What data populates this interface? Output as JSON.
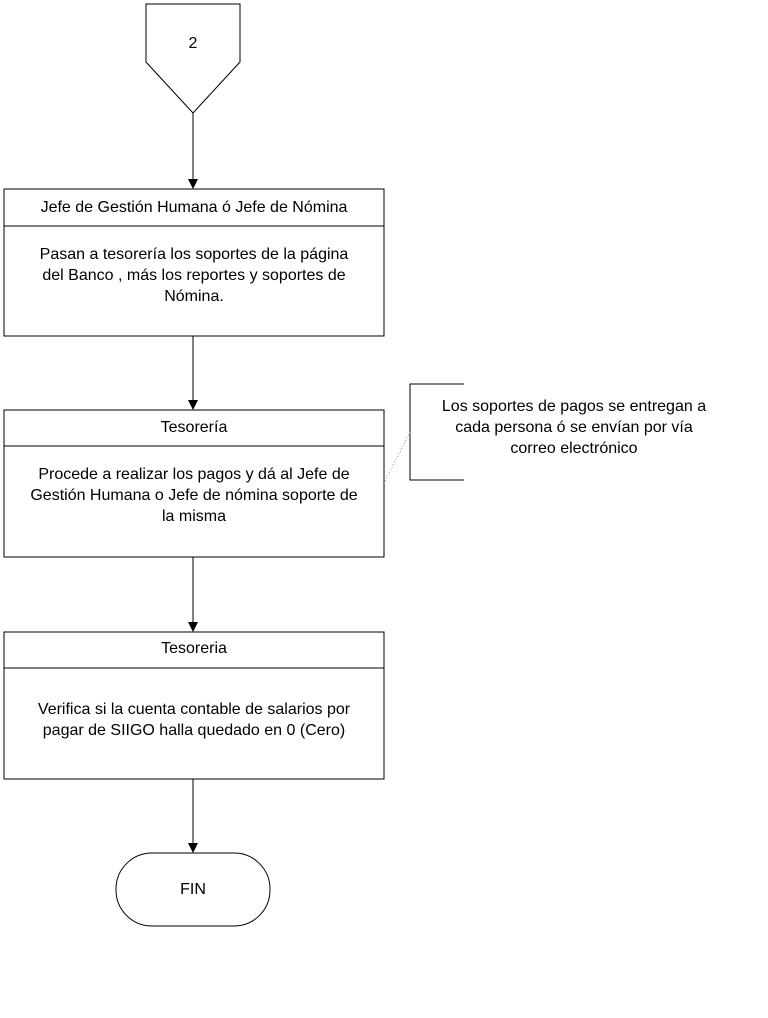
{
  "connector": {
    "label": "2"
  },
  "steps": [
    {
      "role": "Jefe de Gestión Humana ó Jefe de Nómina",
      "lines": [
        "Pasan a tesorería los soportes de la página",
        "del Banco , más los reportes  y soportes de",
        "Nómina."
      ]
    },
    {
      "role": "Tesorería",
      "lines": [
        "Procede a realizar los pagos y dá al Jefe de",
        "Gestión Humana o Jefe de nómina soporte de",
        "la misma"
      ]
    },
    {
      "role": "Tesoreria",
      "lines": [
        "Verifica si la cuenta contable de salarios por",
        "pagar de SIIGO halla quedado en 0 (Cero)"
      ]
    }
  ],
  "annotation": {
    "lines": [
      "Los soportes de pagos se entregan a",
      "cada persona ó se envían por vía",
      "correo electrónico"
    ]
  },
  "terminator": {
    "label": "FIN"
  }
}
